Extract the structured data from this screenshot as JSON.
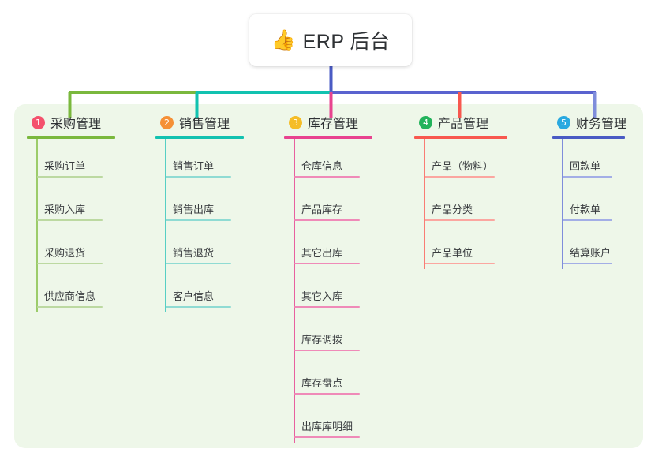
{
  "diagram": {
    "title": "ERP 后台",
    "root": {
      "icon": "thumbs-up-icon",
      "emoji": "👍",
      "label": "ERP 后台"
    },
    "colors": {
      "panel_background": "#eef7e9",
      "page_background": "#ffffff",
      "root_text": "#2f3235",
      "trunk": "#4a5bc4",
      "spine_left": "#7bbf3f",
      "spine_mid": "#0fc4a5",
      "spine_right": "#5a63cf"
    },
    "branches": [
      {
        "number": "1",
        "label": "采购管理",
        "badge_color": "#f4516c",
        "rule_color": "#7ab83d",
        "line_color": "#9ccc6a",
        "child_rule_color": "#bcd9a1",
        "drop_color": "#7ab83d",
        "children": [
          {
            "label": "采购订单"
          },
          {
            "label": "采购入库"
          },
          {
            "label": "采购退货"
          },
          {
            "label": "供应商信息"
          }
        ]
      },
      {
        "number": "2",
        "label": "销售管理",
        "badge_color": "#f59036",
        "rule_color": "#12c2b0",
        "line_color": "#57cfc4",
        "child_rule_color": "#8fdbd3",
        "drop_color": "#12c2b0",
        "children": [
          {
            "label": "销售订单"
          },
          {
            "label": "销售出库"
          },
          {
            "label": "销售退货"
          },
          {
            "label": "客户信息"
          }
        ]
      },
      {
        "number": "3",
        "label": "库存管理",
        "badge_color": "#f5bd27",
        "rule_color": "#e8438f",
        "line_color": "#e8609f",
        "child_rule_color": "#ef8ab8",
        "drop_color": "#e8438f",
        "children": [
          {
            "label": "仓库信息"
          },
          {
            "label": "产品库存"
          },
          {
            "label": "其它出库"
          },
          {
            "label": "其它入库"
          },
          {
            "label": "库存调拨"
          },
          {
            "label": "库存盘点"
          },
          {
            "label": "出库库明细"
          }
        ]
      },
      {
        "number": "4",
        "label": "产品管理",
        "badge_color": "#23b35b",
        "rule_color": "#f8584f",
        "line_color": "#f97c74",
        "child_rule_color": "#fba6a0",
        "drop_color": "#f8584f",
        "children": [
          {
            "label": "产品（物料）"
          },
          {
            "label": "产品分类"
          },
          {
            "label": "产品单位"
          }
        ]
      },
      {
        "number": "5",
        "label": "财务管理",
        "badge_color": "#29a9e0",
        "rule_color": "#4a5bc4",
        "line_color": "#7f8ddb",
        "child_rule_color": "#a3aee6",
        "drop_color": "#7f8ddb",
        "children": [
          {
            "label": "回款单"
          },
          {
            "label": "付款单"
          },
          {
            "label": "结算账户"
          }
        ]
      }
    ]
  }
}
